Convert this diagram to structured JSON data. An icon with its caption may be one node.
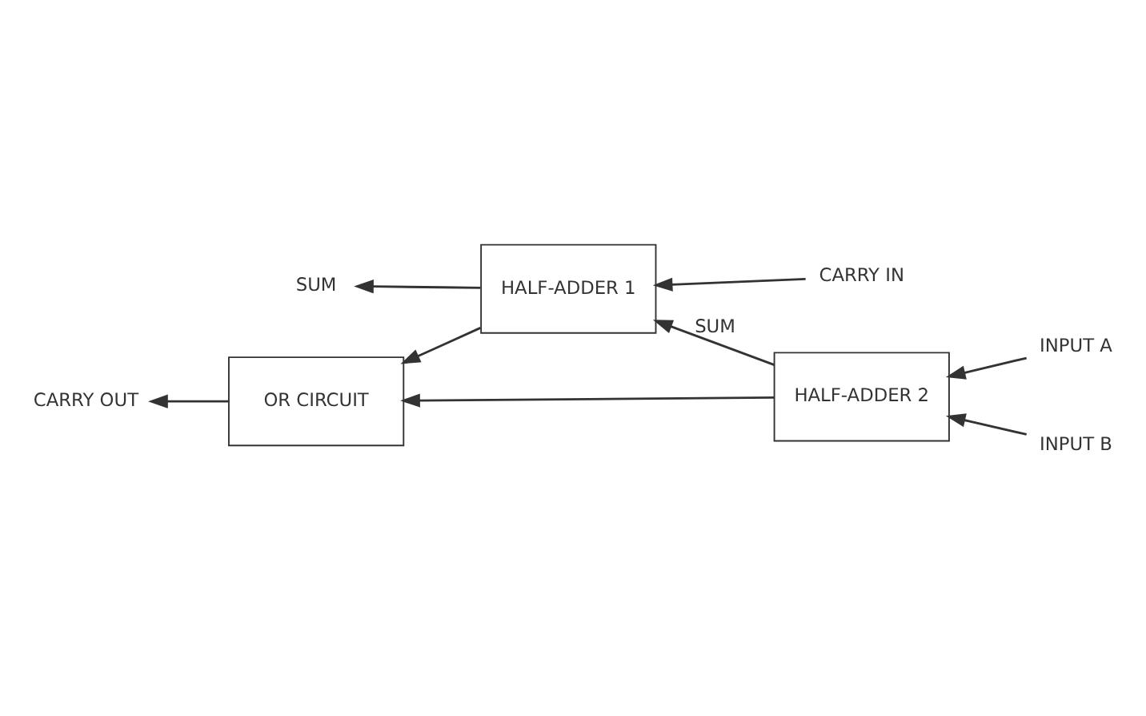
{
  "diagram": {
    "nodes": [
      {
        "text": [
          "SUM"
        ]
      },
      {
        "text": [
          "HALF-ADDER 1"
        ]
      },
      {
        "text": [
          "CARRY IN"
        ]
      },
      {
        "text": [
          "CARRY OUT"
        ]
      },
      {
        "text": [
          "OR CIRCUIT"
        ]
      },
      {
        "text": [
          "HALF-ADDER 2"
        ]
      },
      {
        "text": [
          "INPUT A"
        ]
      },
      {
        "text": [
          "INPUT B"
        ]
      }
    ],
    "edges": [
      {
        "from": 1,
        "to": 0,
        "arrow": "to"
      },
      {
        "from": 2,
        "to": 1,
        "arrow": "to"
      },
      {
        "from": 5,
        "to": 1,
        "arrow": "to",
        "label": "SUM"
      },
      {
        "from": 1,
        "to": 4,
        "arrow": "to"
      },
      {
        "from": 5,
        "to": 4,
        "arrow": "to"
      },
      {
        "from": 4,
        "to": 3,
        "arrow": "to"
      },
      {
        "from": 6,
        "to": 5,
        "arrow": "to"
      },
      {
        "from": 7,
        "to": 5,
        "arrow": "to"
      }
    ]
  }
}
